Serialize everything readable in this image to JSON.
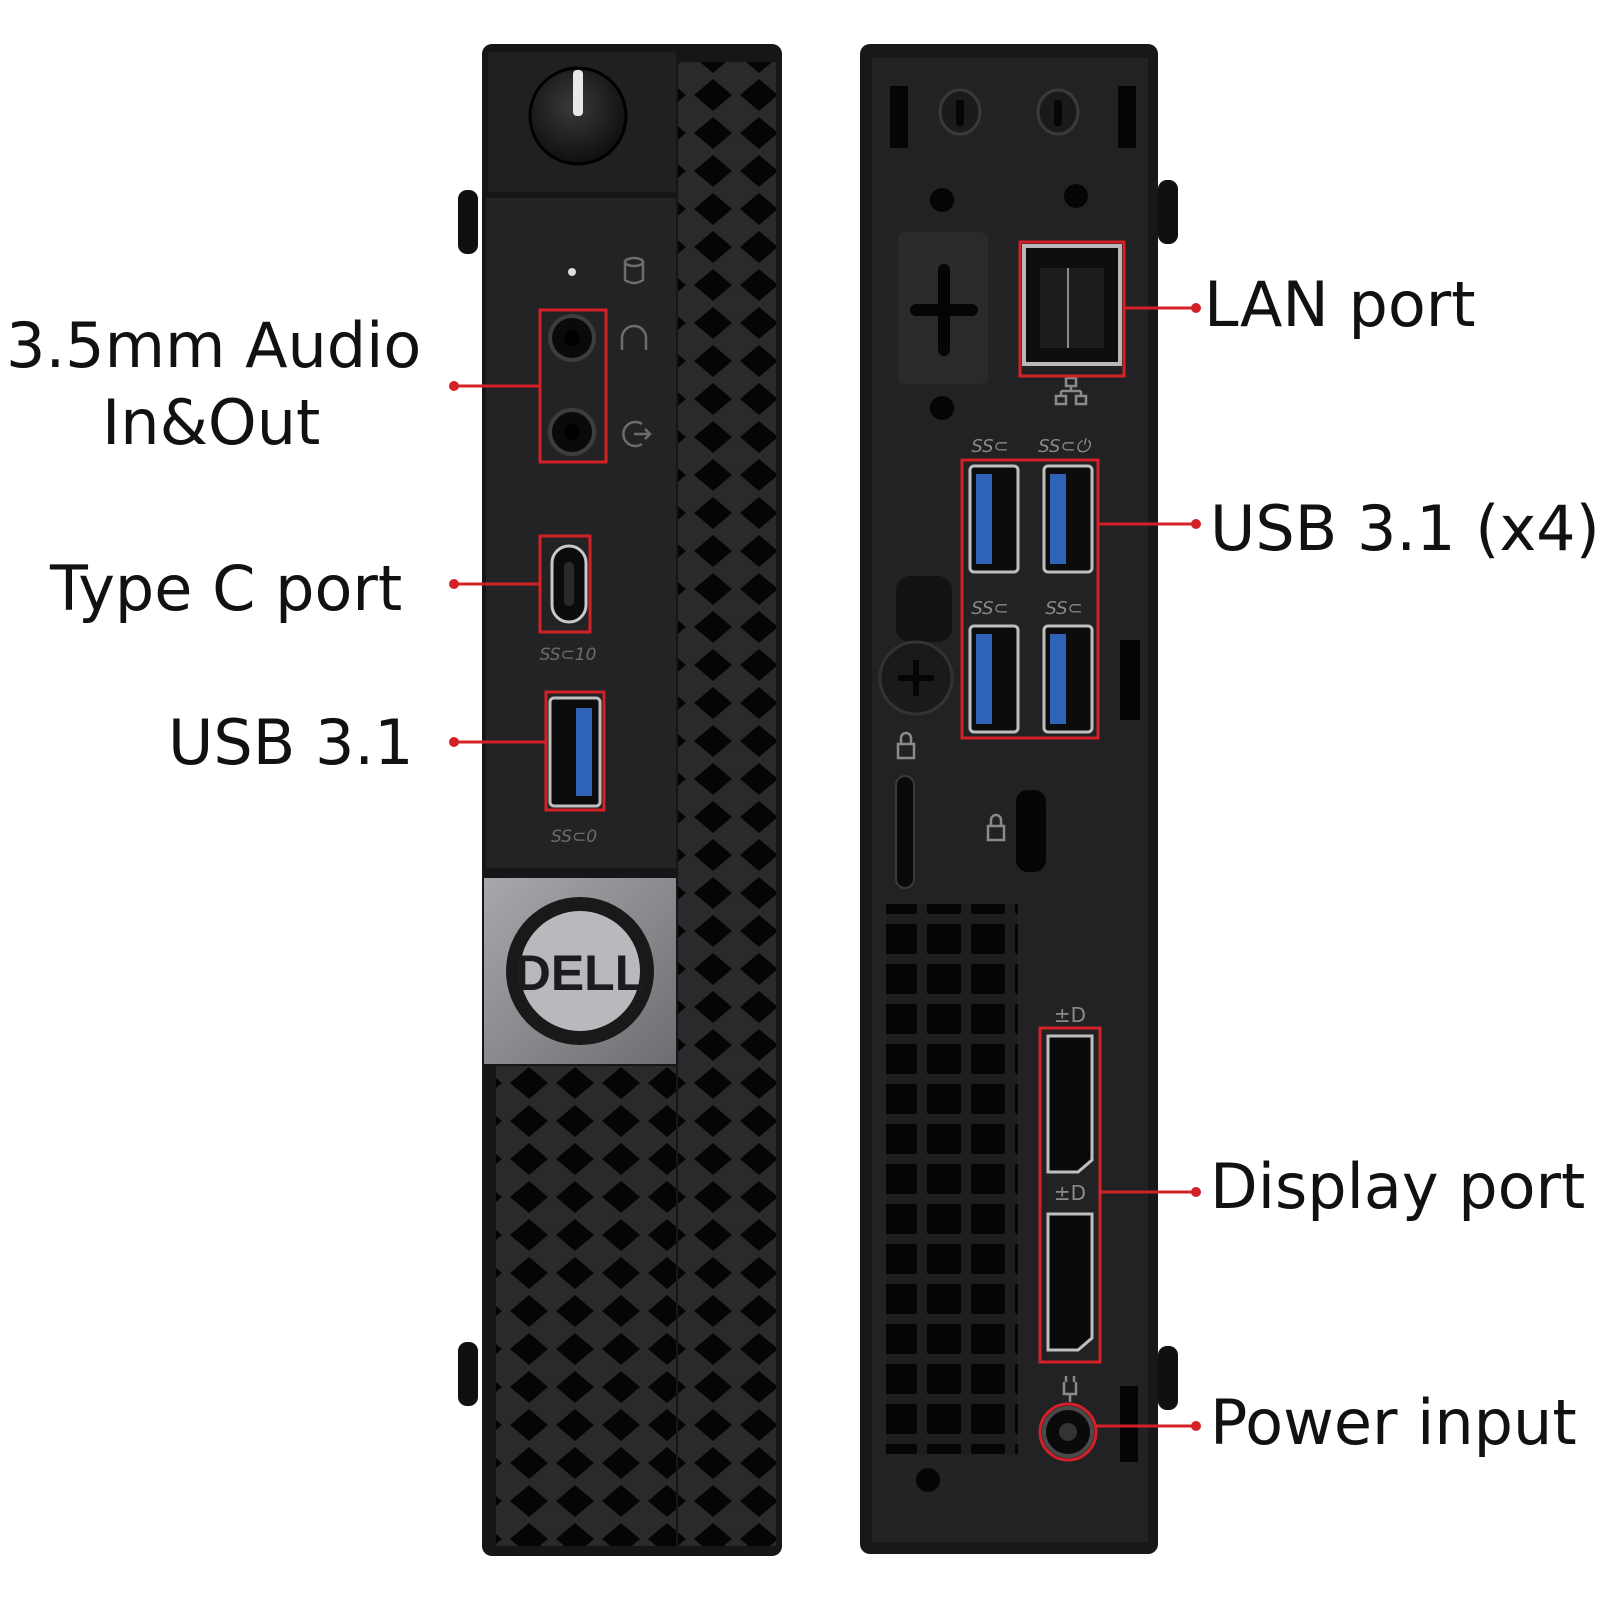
{
  "labels": {
    "audio_line1": "3.5mm Audio",
    "audio_line2": "In&Out",
    "type_c": "Type C port",
    "usb_front": "USB 3.1",
    "lan": "LAN port",
    "usb_rear": "USB 3.1 (x4)",
    "display": "Display port",
    "power": "Power input"
  },
  "logo": {
    "text": "DELL"
  },
  "colors": {
    "callout_red": "#d42027",
    "chassis": "#1c1c1e",
    "usb_blue": "#2e63b8",
    "badge_silver": "#8e9094"
  },
  "icons": [
    "power-button-icon",
    "drive-activity-icon",
    "headset-icon",
    "line-out-icon",
    "superspeed-usb-icon",
    "network-icon",
    "lock-icon",
    "kensington-lock-icon",
    "displayport-icon",
    "power-plug-icon"
  ]
}
